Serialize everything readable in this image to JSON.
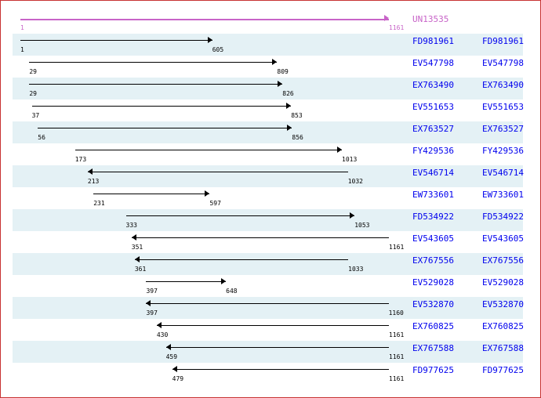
{
  "reference": {
    "name": "UN13535",
    "start": 1,
    "end": 1161,
    "color": "#c864c8"
  },
  "rows": [
    {
      "name": "FD981961",
      "start": 1,
      "end": 605,
      "dir": "forward"
    },
    {
      "name": "EV547798",
      "start": 29,
      "end": 809,
      "dir": "forward"
    },
    {
      "name": "EX763490",
      "start": 29,
      "end": 826,
      "dir": "forward"
    },
    {
      "name": "EV551653",
      "start": 37,
      "end": 853,
      "dir": "forward"
    },
    {
      "name": "EX763527",
      "start": 56,
      "end": 856,
      "dir": "forward"
    },
    {
      "name": "FY429536",
      "start": 173,
      "end": 1013,
      "dir": "forward"
    },
    {
      "name": "EV546714",
      "start": 213,
      "end": 1032,
      "dir": "reverse"
    },
    {
      "name": "EW733601",
      "start": 231,
      "end": 597,
      "dir": "forward"
    },
    {
      "name": "FD534922",
      "start": 333,
      "end": 1053,
      "dir": "forward"
    },
    {
      "name": "EV543605",
      "start": 351,
      "end": 1161,
      "dir": "reverse"
    },
    {
      "name": "EX767556",
      "start": 361,
      "end": 1033,
      "dir": "reverse"
    },
    {
      "name": "EV529028",
      "start": 397,
      "end": 648,
      "dir": "forward"
    },
    {
      "name": "EV532870",
      "start": 397,
      "end": 1160,
      "dir": "reverse"
    },
    {
      "name": "EX760825",
      "start": 430,
      "end": 1161,
      "dir": "reverse"
    },
    {
      "name": "EX767588",
      "start": 459,
      "end": 1161,
      "dir": "reverse"
    },
    {
      "name": "FD977625",
      "start": 479,
      "end": 1161,
      "dir": "reverse"
    }
  ]
}
